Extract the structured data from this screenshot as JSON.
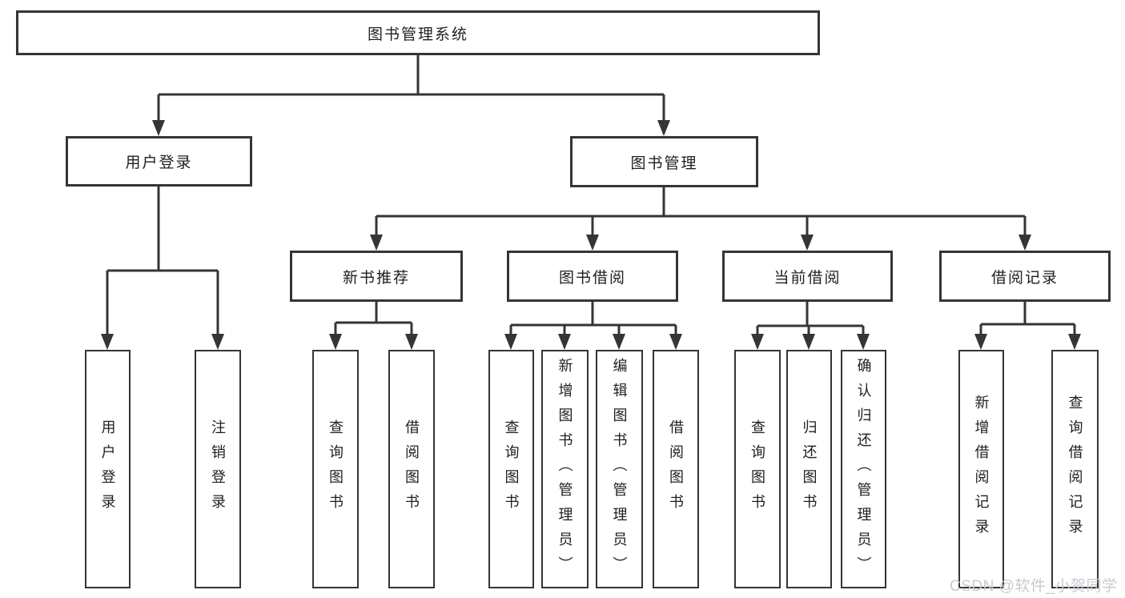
{
  "diagram": {
    "root": {
      "label": "图书管理系统"
    },
    "level2": [
      {
        "label": "用户登录"
      },
      {
        "label": "图书管理"
      }
    ],
    "level3": [
      {
        "label": "新书推荐"
      },
      {
        "label": "图书借阅"
      },
      {
        "label": "当前借阅"
      },
      {
        "label": "借阅记录"
      }
    ],
    "leaves": {
      "user_login": [
        {
          "label": "用户登录"
        },
        {
          "label": "注销登录"
        }
      ],
      "new_book": [
        {
          "label": "查询图书"
        },
        {
          "label": "借阅图书"
        }
      ],
      "book_borrow": [
        {
          "label": "查询图书"
        },
        {
          "label": "新增图书（管理员）"
        },
        {
          "label": "编辑图书（管理员）"
        },
        {
          "label": "借阅图书"
        }
      ],
      "current_borrow": [
        {
          "label": "查询图书"
        },
        {
          "label": "归还图书"
        },
        {
          "label": "确认归还（管理员）"
        }
      ],
      "borrow_record": [
        {
          "label": "新增借阅记录"
        },
        {
          "label": "查询借阅记录"
        }
      ]
    },
    "colors": {
      "line": "#333538",
      "text": "#1e1f21",
      "watermark_text_color": "#c7cacf",
      "background": "#ffffff"
    }
  },
  "watermark": {
    "text": "CSDN @软件_小贺同学"
  }
}
